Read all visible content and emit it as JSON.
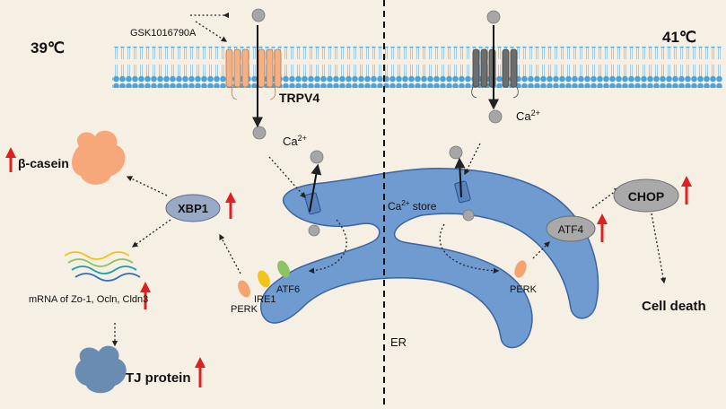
{
  "temps": {
    "left": "39℃",
    "right": "41℃"
  },
  "labels": {
    "agonist": "GSK1016790A",
    "channel": "TRPV4",
    "ca_ion": "Ca",
    "ca_charge": "2+",
    "ca_store": "Ca",
    "ca_store_suffix": " store",
    "er": "ER",
    "cell_death": "Cell death",
    "beta_casein": "β-casein",
    "tj_protein": "TJ protein",
    "mrna": "mRNA of Zo-1, Ocln, Cldn3"
  },
  "proteins": {
    "xbp1": "XBP1",
    "chop": "CHOP",
    "atf4": "ATF4",
    "perk_left": "PERK",
    "ire1": "IRE1",
    "atf6": "ATF6",
    "perk_right": "PERK"
  },
  "icons": [
    "up-arrow-icon",
    "calcium-ion-icon",
    "protein-blob-icon",
    "mrna-strands-icon"
  ],
  "colors": {
    "background": "#f6efe3",
    "membrane_blue": "#4aa3d9",
    "er_blue": "#6f9bd1",
    "er_stroke": "#3b64a0",
    "trpv4_active": "#f3b185",
    "trpv4_inactive": "#6d6d6d",
    "ion_grey": "#a6a6a6",
    "up_arrow_red": "#e02020",
    "casein_orange": "#f6a87a",
    "tj_blue": "#6a8cb3",
    "perk_orange": "#f4a46f",
    "ire1_yellow": "#f2c318",
    "atf6_green": "#8cc365"
  }
}
